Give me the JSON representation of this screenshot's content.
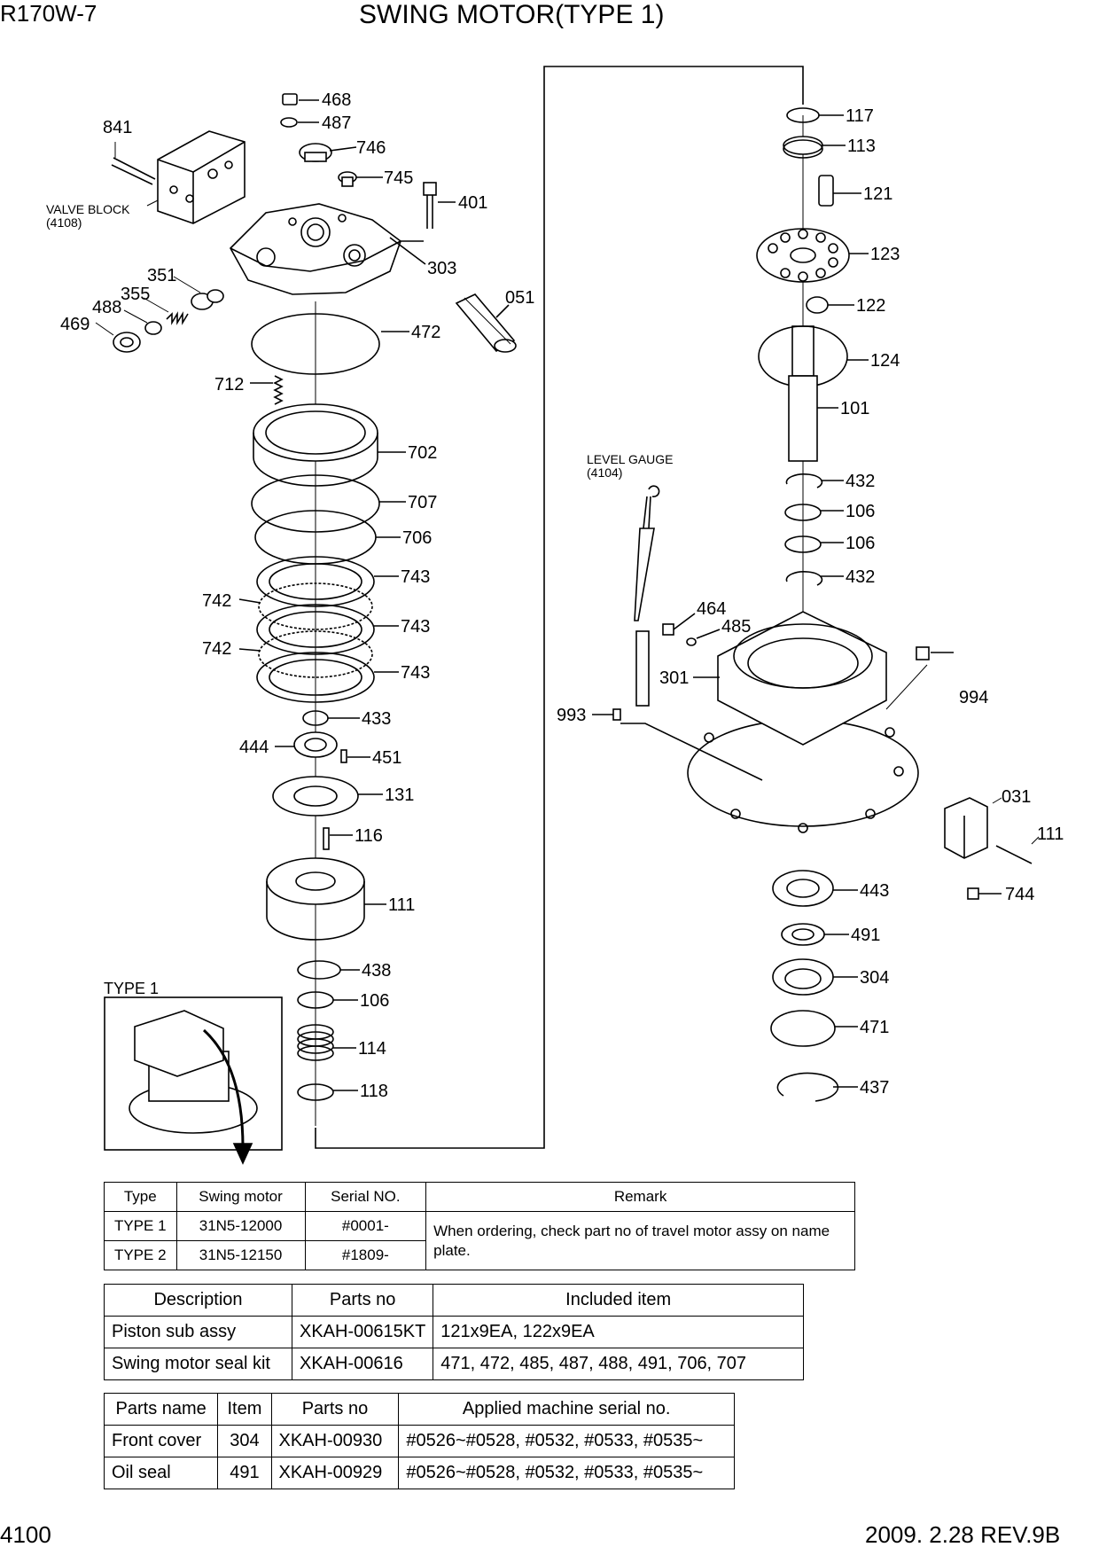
{
  "header": {
    "model": "R170W-7",
    "title": "SWING MOTOR(TYPE 1)"
  },
  "footer": {
    "page_number": "4100",
    "revision": "2009. 2.28  REV.9B"
  },
  "diagram": {
    "reference_labels": {
      "valve_block": "VALVE BLOCK",
      "valve_block_ref": "(4108)",
      "level_gauge": "LEVEL GAUGE",
      "level_gauge_ref": "(4104)",
      "type_inset": "TYPE 1"
    },
    "left_column_callouts": [
      "468",
      "487",
      "841",
      "746",
      "745",
      "401",
      "303",
      "351",
      "355",
      "488",
      "469",
      "051",
      "472",
      "712",
      "702",
      "707",
      "706",
      "743",
      "742",
      "743",
      "742",
      "743",
      "433",
      "444",
      "451",
      "131",
      "116",
      "111",
      "438",
      "106",
      "114",
      "118"
    ],
    "right_column_callouts": [
      "117",
      "113",
      "121",
      "123",
      "122",
      "124",
      "101",
      "432",
      "106",
      "106",
      "432",
      "464",
      "485",
      "301",
      "993",
      "994",
      "031",
      "111",
      "443",
      "744",
      "491",
      "304",
      "471",
      "437"
    ]
  },
  "serial_table": {
    "headers": [
      "Type",
      "Swing motor",
      "Serial NO.",
      "Remark"
    ],
    "rows": [
      [
        "TYPE 1",
        "31N5-12000",
        "#0001-"
      ],
      [
        "TYPE 2",
        "31N5-12150",
        "#1809-"
      ]
    ],
    "remark": "When ordering, check part no of travel motor assy on name plate."
  },
  "kits_table": {
    "headers": [
      "Description",
      "Parts no",
      "Included item"
    ],
    "rows": [
      [
        "Piston sub assy",
        "XKAH-00615KT",
        "121x9EA, 122x9EA"
      ],
      [
        "Swing motor seal kit",
        "XKAH-00616",
        "471, 472, 485, 487, 488, 491, 706, 707"
      ]
    ]
  },
  "applied_table": {
    "headers": [
      "Parts name",
      "Item",
      "Parts no",
      "Applied machine serial no."
    ],
    "rows": [
      [
        "Front cover",
        "304",
        "XKAH-00930",
        "#0526~#0528, #0532, #0533, #0535~"
      ],
      [
        "Oil seal",
        "491",
        "XKAH-00929",
        "#0526~#0528, #0532, #0533, #0535~"
      ]
    ]
  }
}
